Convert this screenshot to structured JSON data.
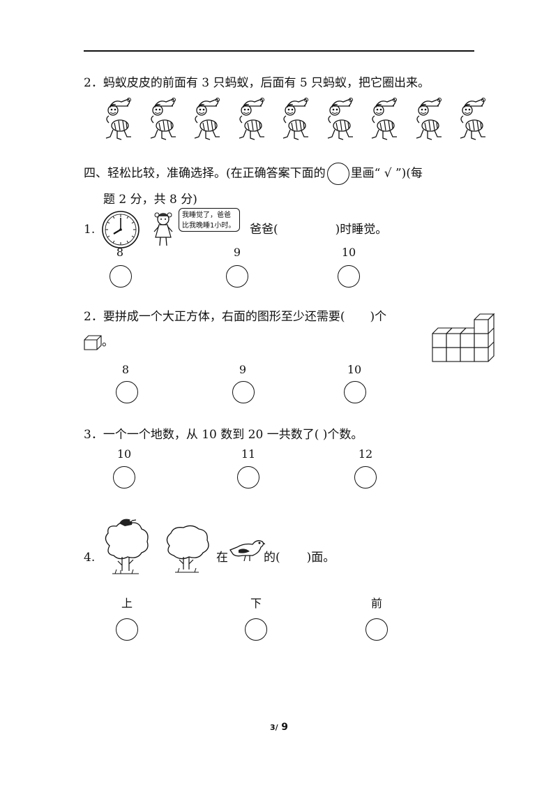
{
  "q2_ants": {
    "text": "2．蚂蚁皮皮的前面有 3 只蚂蚁，后面有 5 只蚂蚁，把它圈出来。",
    "ant_count": 9
  },
  "section4": {
    "heading_a": "四、轻松比较，准确选择。(在正确答案下面的",
    "heading_b": "里画“ √ ”)(每",
    "heading_c": "题 2 分，共 8 分)"
  },
  "q1": {
    "number": "1.",
    "bubble": "我睡觉了，爸爸比我晚睡1小时。",
    "text_a": "爸爸(",
    "text_b": ")时睡觉。",
    "options": [
      "8",
      "9",
      "10"
    ]
  },
  "q2": {
    "text_a": "2．要拼成一个大正方体，右面的图形至少还需要(",
    "text_b": ")个",
    "text_c": "。",
    "options": [
      "8",
      "9",
      "10"
    ]
  },
  "q3": {
    "text": "3．一个一个地数，从 10 数到 20 一共数了(      )个数。",
    "options": [
      "10",
      "11",
      "12"
    ]
  },
  "q4": {
    "number": "4.",
    "text_a": "在",
    "text_b": "的(",
    "text_c": ")面。",
    "options": [
      "上",
      "下",
      "前"
    ]
  },
  "page": {
    "current": "3",
    "sep": "/",
    "total": "9"
  }
}
